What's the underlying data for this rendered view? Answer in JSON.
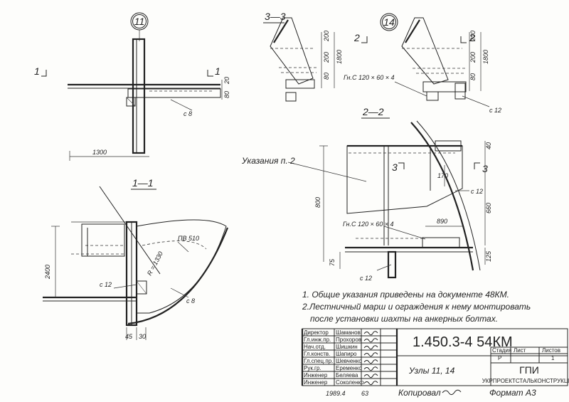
{
  "views": {
    "node11": "11",
    "node14": "14",
    "sec33": "3—3",
    "sec11": "1—1",
    "sec22": "2—2",
    "cut1": "1",
    "cut2": "2",
    "cut3": "3"
  },
  "dims": {
    "d20a": "20",
    "d80a": "80",
    "d1300": "1300",
    "c8a": "с 8",
    "s33_200a": "200",
    "s33_200b": "200",
    "s33_80": "80",
    "s33_1800": "1800",
    "s14_200a": "200",
    "s14_200b": "200",
    "s14_80": "80",
    "s14_1800": "1800",
    "gns14": "Гн.С 120 × 60 × 4",
    "c12a": "с 12",
    "d2400": "2400",
    "pl": "ПВ 510",
    "r1330": "R = 1330",
    "c12b": "с 12",
    "c8b": "с 8",
    "d45": "45",
    "d30": "30",
    "d40": "40",
    "d170": "170",
    "d800": "800",
    "d660": "660",
    "d890": "890",
    "d125": "125",
    "d75": "75",
    "c12c": "с 12",
    "c12d": "с 12",
    "gns22": "Гн.С 120 × 60 × 4",
    "ukaz": "Указания п. 2"
  },
  "notes": {
    "n1": "1. Общие указания приведены на документе 48КМ.",
    "n2a": "2.Лестничный марш и ограждения к нему монтировать",
    "n2b": "после установки шахты на анкерных болтах."
  },
  "title_block": {
    "roles": [
      "Директор",
      "Гл.инж.пр.",
      "Нач.отд.",
      "Гл.конств.",
      "Гл.спец.пр.",
      "Рук.гр.",
      "Инженер",
      "Инженер"
    ],
    "names": [
      "Шаманов",
      "Прохоров",
      "Шишкин",
      "Шапиро",
      "Шевченко",
      "Еременко",
      "Беляева",
      "Соколенко"
    ],
    "code": "1.450.3-4 54КМ",
    "title": "Узлы 11, 14",
    "stage_label": "Стадия",
    "sheet_label": "Лист",
    "sheets_label": "Листов",
    "stage": "Р",
    "sheet": "",
    "sheets": "1",
    "org_short": "ГПИ",
    "org": "УКРПРОЕКТСТАЛЬКОНСТРУКЦИЯ"
  },
  "footer": {
    "date": "1989.4",
    "num": "63",
    "copied": "Копировал",
    "format": "Формат А3"
  }
}
